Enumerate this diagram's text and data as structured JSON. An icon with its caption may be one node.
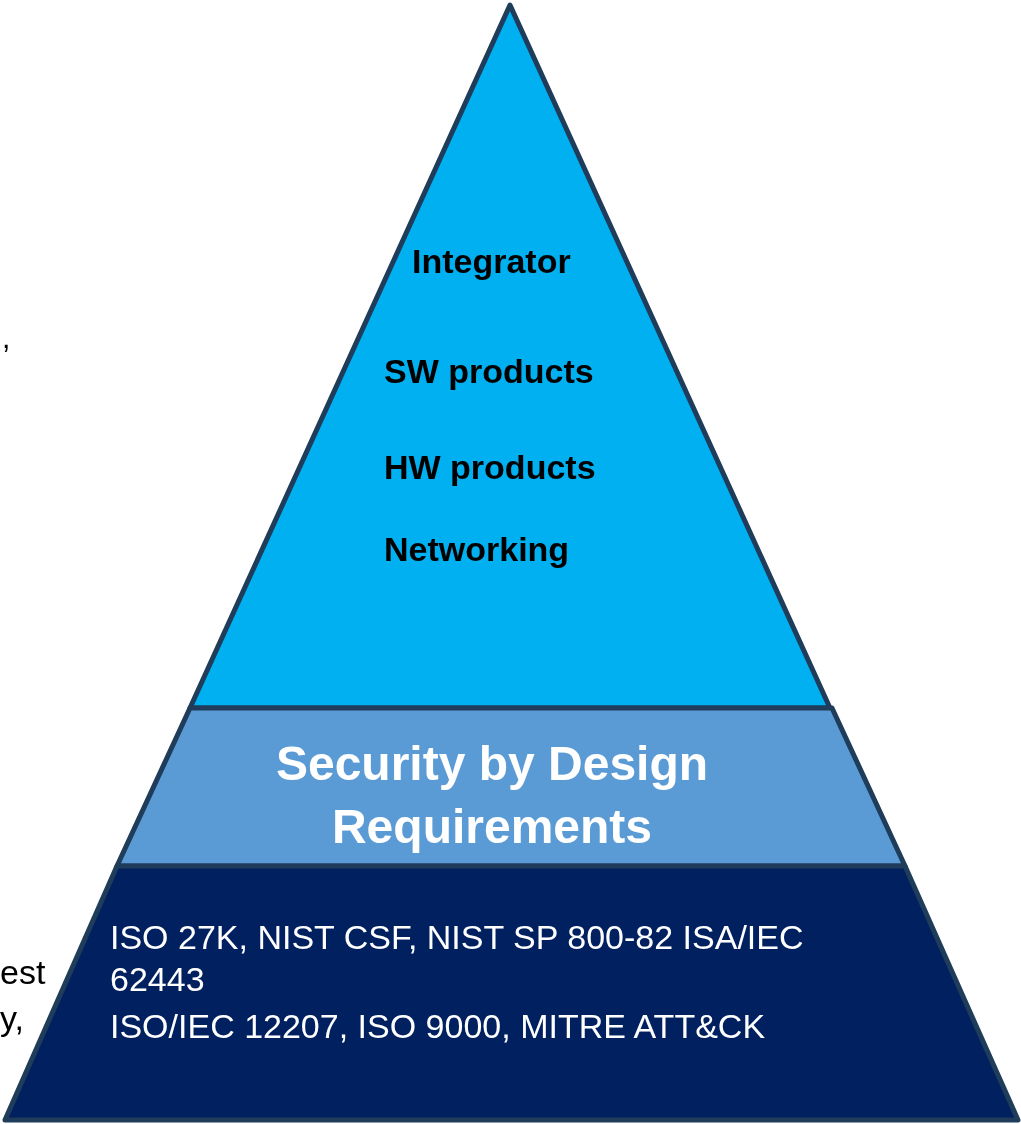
{
  "diagram": {
    "nodes": [
      {
        "text": [
          "Integrator",
          "SW products",
          "HW products",
          "Networking"
        ]
      },
      {
        "text": [
          "Security by Design Requirements"
        ]
      },
      {
        "text": [
          "ISO 27K, NIST CSF, NIST SP 800-82 ISA/IEC 62443",
          "ISO/IEC 12207, ISO 9000, MITRE ATT&CK"
        ]
      }
    ],
    "edges": [],
    "labels": [
      ",",
      "est",
      "y,"
    ]
  }
}
